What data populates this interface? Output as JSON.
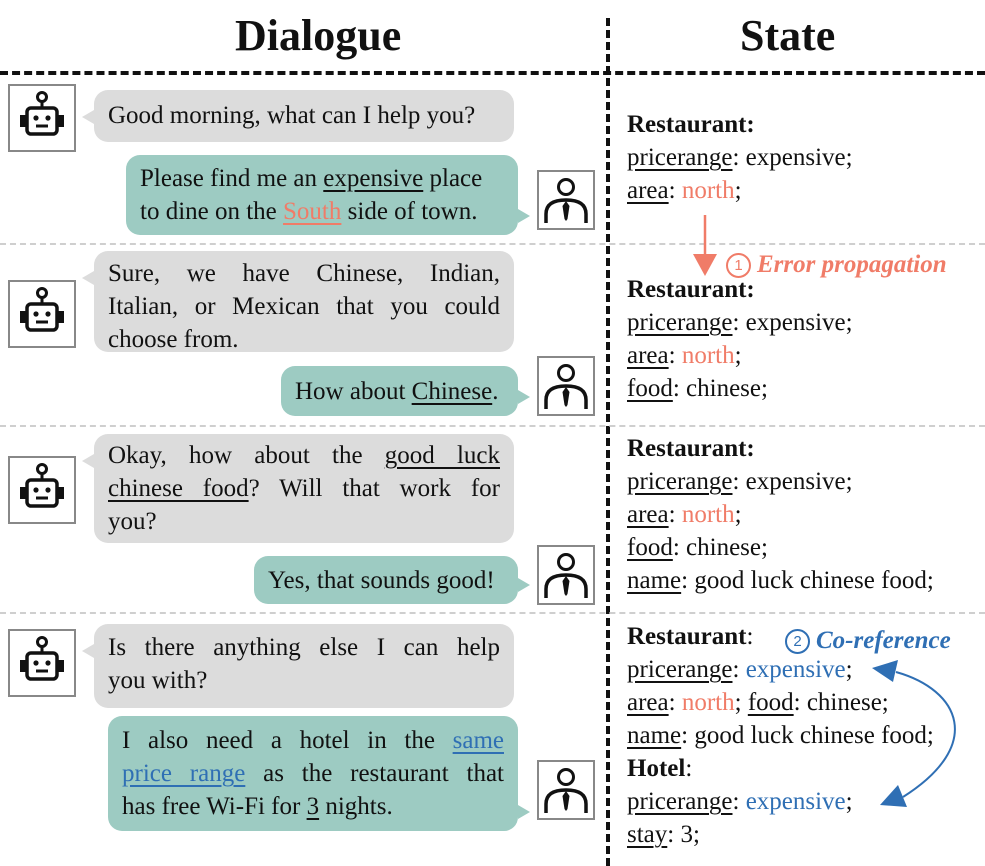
{
  "headers": {
    "dialogue": "Dialogue",
    "state": "State"
  },
  "colors": {
    "error": "#f07c68",
    "coref": "#2f6fb4",
    "bot_bubble": "#dcdcdc",
    "user_bubble": "#9dcbc2"
  },
  "turns": [
    {
      "bot": {
        "l1": "Good morning, what can I help you?"
      },
      "user": {
        "l1a": "Please find me an ",
        "l1b": "expensive",
        "l1c": " place",
        "l2a": "to dine on the ",
        "l2b": "South",
        "l2c": " side of town."
      },
      "state": {
        "domain": "Restaurant:",
        "s1k": "pricerange",
        "s1v": ": expensive;",
        "s2k": "area",
        "s2c": ": ",
        "s2v": "north",
        "s2e": ";"
      }
    },
    {
      "bot": {
        "l1": "Sure, we have Chinese, Indian,",
        "l2": "Italian, or Mexican that you could",
        "l3": "choose from."
      },
      "user": {
        "l1a": "How about ",
        "l1b": "Chinese",
        "l1c": "."
      },
      "state": {
        "domain": "Restaurant:",
        "s1k": "pricerange",
        "s1v": ": expensive;",
        "s2k": "area",
        "s2c": ": ",
        "s2v": "north",
        "s2e": ";",
        "s3k": "food",
        "s3v": ": chinese;"
      }
    },
    {
      "bot": {
        "l1a": "Okay, how about the ",
        "l1b": "good luck",
        "l2a": "chinese food",
        "l2b": "? Will that work for",
        "l3": "you?"
      },
      "user": {
        "l1": "Yes, that sounds good!"
      },
      "state": {
        "domain": "Restaurant:",
        "s1k": "pricerange",
        "s1v": ": expensive;",
        "s2k": "area",
        "s2c": ": ",
        "s2v": "north",
        "s2e": ";",
        "s3k": "food",
        "s3v": ": chinese;",
        "s4k": "name",
        "s4v": ": good luck chinese food;"
      }
    },
    {
      "bot": {
        "l1": "Is there anything else I can help",
        "l2": "you with?"
      },
      "user": {
        "l1a": "I also need a hotel in the ",
        "l1b": "same",
        "l2a": "price range",
        "l2b": " as the restaurant that",
        "l3a": "has free Wi-Fi for ",
        "l3b": "3",
        "l3c": " nights."
      },
      "state": {
        "domain": "Restaurant",
        "domain_colon": ":",
        "s1k": "pricerange",
        "s1c": ": ",
        "s1v": "expensive",
        "s1e": ";",
        "s2k": "area",
        "s2c": ": ",
        "s2v": "north",
        "s2e": "; ",
        "s2k2": "food",
        "s2v2": ": chinese;",
        "s3k": "name",
        "s3v": ": good luck chinese food;",
        "domain2": "Hotel",
        "domain2_colon": ":",
        "s4k": "pricerange",
        "s4c": ": ",
        "s4v": "expensive",
        "s4e": ";",
        "s5k": "stay",
        "s5v": ": 3;"
      }
    }
  ],
  "annotations": {
    "error": {
      "num": "1",
      "label": "Error propagation"
    },
    "coref": {
      "num": "2",
      "label": "Co-reference"
    }
  }
}
